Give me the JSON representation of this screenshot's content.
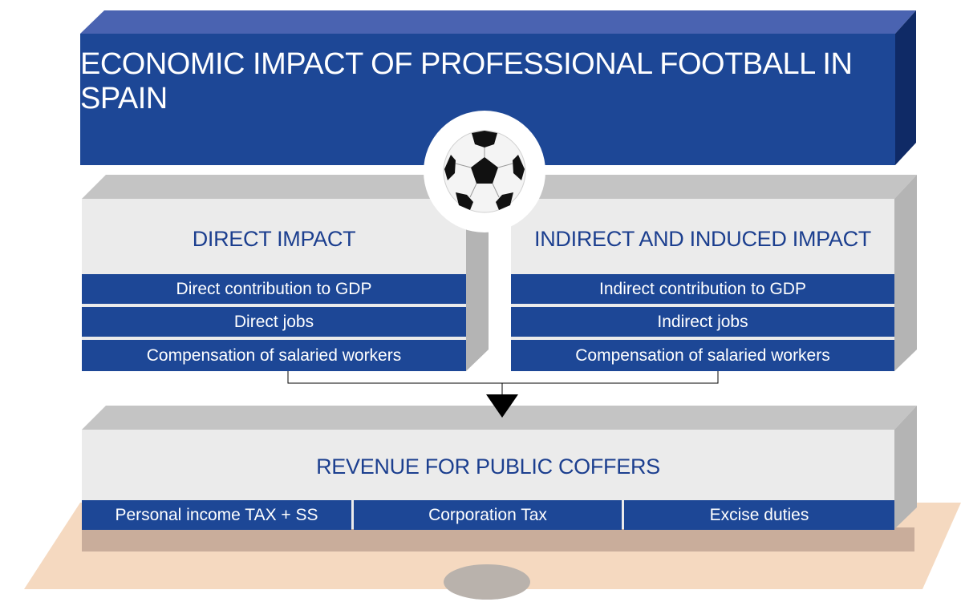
{
  "title": "ECONOMIC IMPACT OF PROFESSIONAL FOOTBALL IN SPAIN",
  "icon": "soccer-ball-icon",
  "direct": {
    "heading": "DIRECT IMPACT",
    "items": [
      "Direct contribution to GDP",
      "Direct jobs",
      "Compensation of salaried workers"
    ]
  },
  "indirect": {
    "heading": "INDIRECT AND INDUCED IMPACT",
    "items": [
      "Indirect contribution to GDP",
      "Indirect jobs",
      "Compensation of salaried workers"
    ]
  },
  "revenue": {
    "heading": "REVENUE FOR PUBLIC COFFERS",
    "items": [
      "Personal income TAX + SS",
      "Corporation Tax",
      "Excise duties"
    ]
  },
  "colors": {
    "blue": "#1d4796",
    "blue_top": "#4a63b1",
    "blue_side": "#0f2a66",
    "panel_face": "#ebebeb",
    "panel_top": "#c4c4c4",
    "panel_side": "#b4b4b4",
    "floor": "#f5d9c0"
  }
}
